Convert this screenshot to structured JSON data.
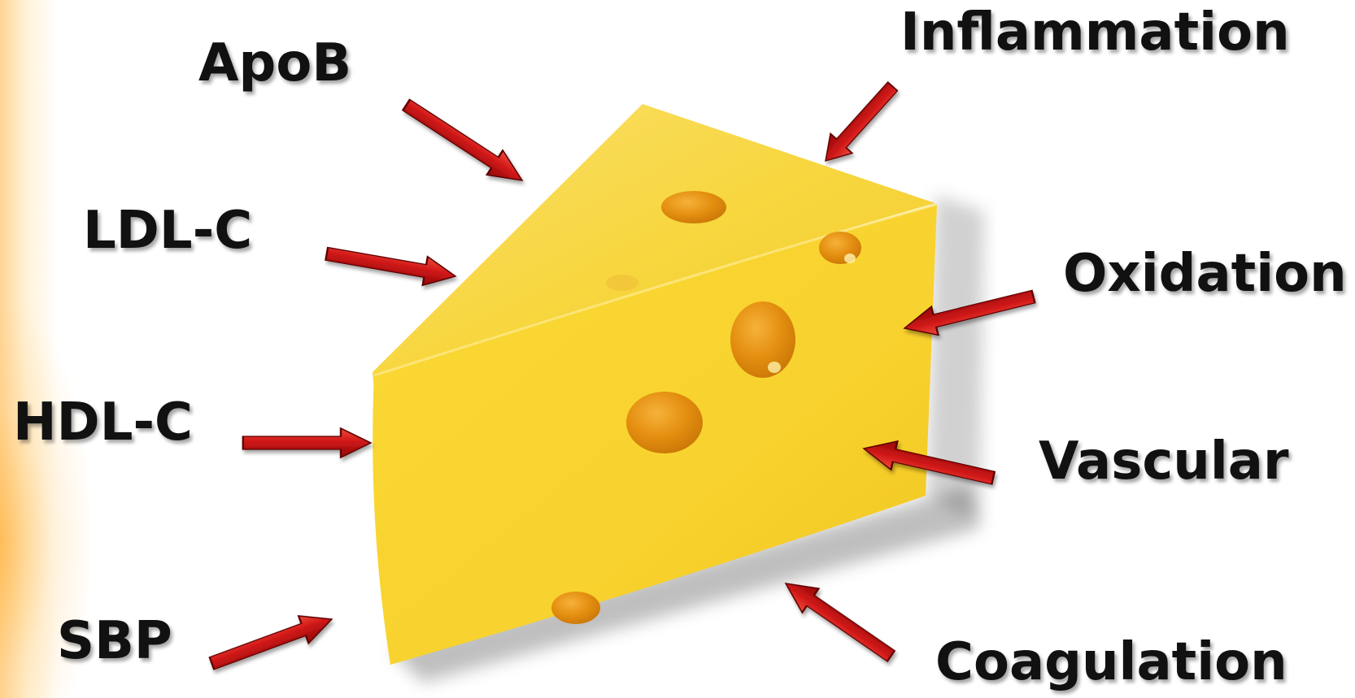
{
  "factors": {
    "apob": "ApoB",
    "ldl_c": "LDL-C",
    "hdl_c": "HDL-C",
    "sbp": "SBP",
    "inflammation": "Inflammation",
    "oxidation": "Oxidation",
    "vascular": "Vascular",
    "coagulation": "Coagulation"
  },
  "colors": {
    "cheese": "#f9d23a",
    "cheese_shadow": "#e8b416",
    "hole": "#e89a10",
    "arrow": "#c81414",
    "arrow_outline": "#5a0000",
    "text": "#111111",
    "edge_glow": "#ffb03c"
  },
  "icons": {
    "cheese": "swiss-cheese-wedge",
    "arrow": "red-arrow"
  }
}
